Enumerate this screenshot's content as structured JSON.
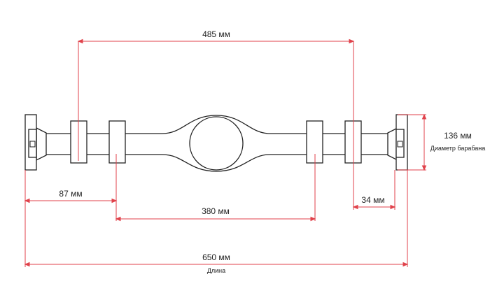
{
  "dimensions": {
    "top_span": "485 мм",
    "drum_diameter": "136 мм",
    "drum_caption": "Диаметр барабана",
    "left_offset": "87 мм",
    "spring_span": "380 мм",
    "right_offset": "34 мм",
    "total_length": "650 мм",
    "length_caption": "Длина"
  },
  "colors": {
    "dimension_line": "#e0424b",
    "outline": "#222222"
  }
}
